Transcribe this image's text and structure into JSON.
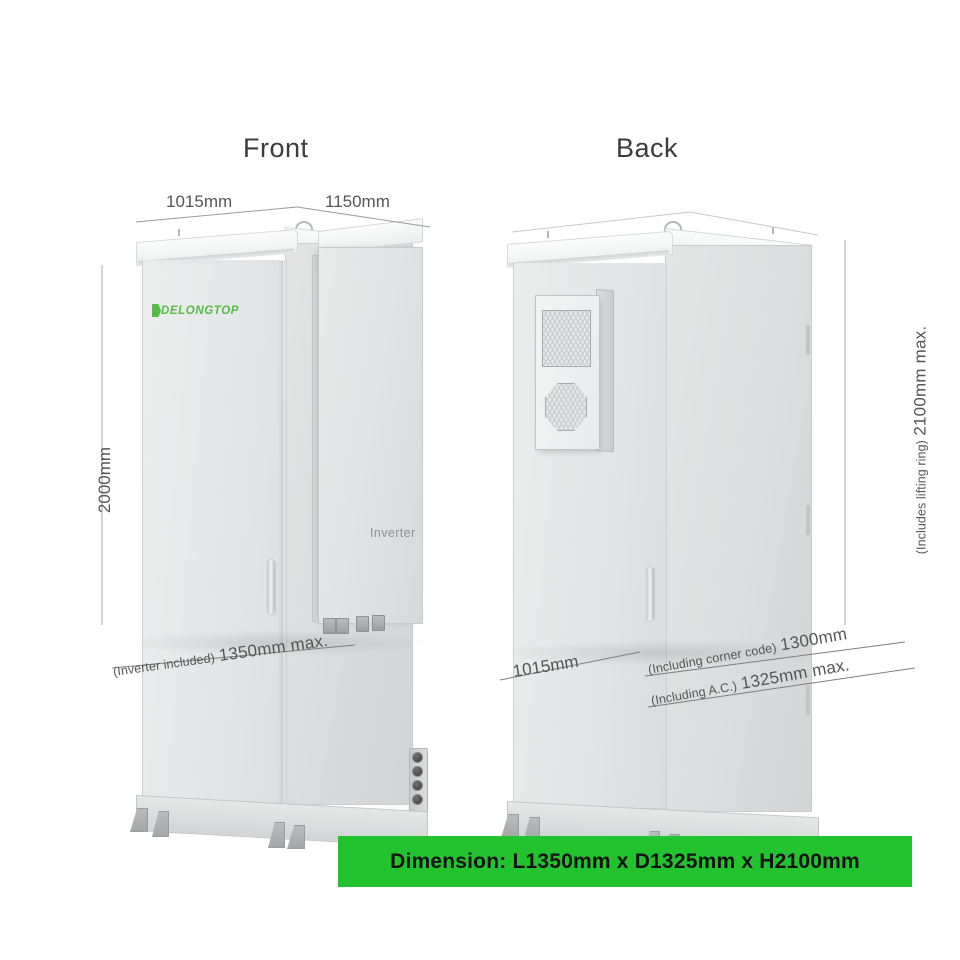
{
  "views": {
    "front": {
      "title": "Front"
    },
    "back": {
      "title": "Back"
    }
  },
  "brand": {
    "logo_text": "DELONGTOP",
    "logo_color": "#57B947"
  },
  "labels": {
    "inverter": "Inverter"
  },
  "dimensions": {
    "front_top_left": "1015mm",
    "front_top_right": "1150mm",
    "front_height": "2000mm",
    "front_depth_note": "(Inverter included)",
    "front_depth_value": "1350mm max.",
    "back_bottom_left": "1015mm",
    "back_corner_note": "(Including corner code)",
    "back_corner_value": "1300mm",
    "back_ac_note": "(Including A.C.)",
    "back_ac_value": "1325mm max.",
    "right_height_note": "(Includes lifting ring)",
    "right_height_value": "2100mm  max."
  },
  "banner": {
    "text": "Dimension: L1350mm x D1325mm x H2100mm",
    "bg_color": "#22C32E",
    "text_color": "#111111"
  },
  "icons": {
    "lifting_ring": "lifting-ring-icon",
    "door_handle": "door-handle-icon",
    "ac_grille": "ac-grille-icon",
    "ac_fan": "ac-fan-icon",
    "connector_port": "connector-port-icon"
  }
}
